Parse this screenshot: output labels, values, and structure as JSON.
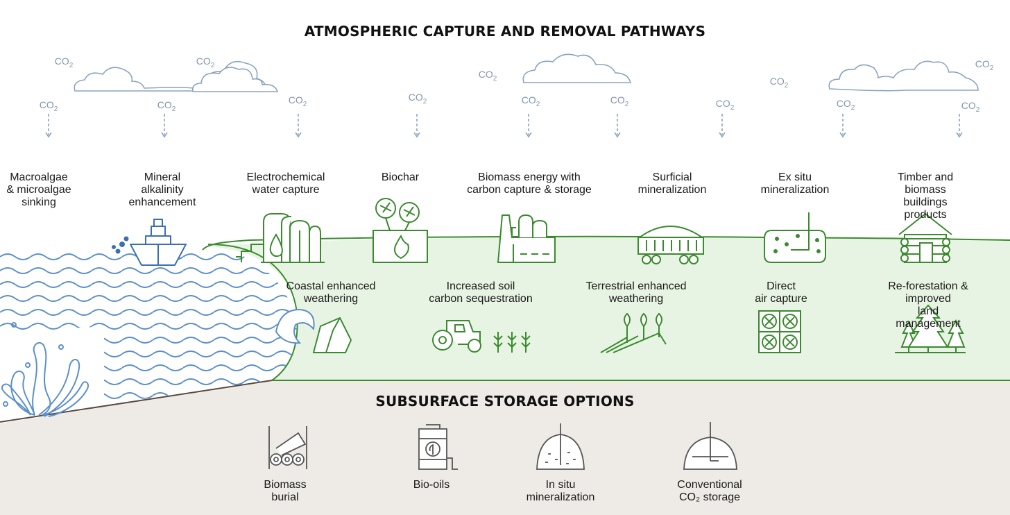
{
  "titles": {
    "atmospheric": "ATMOSPHERIC CAPTURE AND REMOVAL PATHWAYS",
    "subsurface": "SUBSURFACE STORAGE OPTIONS"
  },
  "co2": {
    "main": "CO",
    "sub": "2"
  },
  "top_pathways": [
    {
      "label": "Macroalgae\n& microalgae\nsinking",
      "icon": "seaweed-icon"
    },
    {
      "label": "Mineral\nalkalinity\nenhancement",
      "icon": "ship-icon"
    },
    {
      "label": "Electrochemical\nwater capture",
      "icon": "electrochemical-plant-icon"
    },
    {
      "label": "Biochar",
      "icon": "biochar-box-icon"
    },
    {
      "label": "Biomass energy with\ncarbon capture & storage",
      "icon": "power-plant-icon"
    },
    {
      "label": "Surficial\nmineralization",
      "icon": "rail-car-icon"
    },
    {
      "label": "Ex situ\nmineralization",
      "icon": "mineralization-tank-icon"
    },
    {
      "label": "Timber and biomass\nbuildings products",
      "icon": "log-cabin-icon"
    }
  ],
  "land_pathways": [
    {
      "label": "Coastal enhanced\nweathering",
      "icon": "wave-rock-icon"
    },
    {
      "label": "Increased soil\ncarbon sequestration",
      "icon": "tractor-icon"
    },
    {
      "label": "Terrestrial enhanced\nweathering",
      "icon": "field-trees-icon"
    },
    {
      "label": "Direct\nair capture",
      "icon": "fan-array-icon"
    },
    {
      "label": "Re-forestation & improved\nland management",
      "icon": "forest-icon"
    }
  ],
  "storage_options": [
    {
      "label": "Biomass\nburial",
      "icon": "log-pile-icon"
    },
    {
      "label": "Bio-oils",
      "icon": "oil-barrel-icon"
    },
    {
      "label": "In situ\nmineralization",
      "icon": "in-situ-dome-icon"
    },
    {
      "label": "Conventional\nCO₂ storage",
      "icon": "storage-dome-icon"
    }
  ],
  "colors": {
    "green": "#3a8a2e",
    "land_fill": "#e8f4e3",
    "subsurface_fill": "#eeebe6",
    "water": "#5b8fc9",
    "cloud": "#8aa4bd",
    "co2_text": "#7f97ae",
    "storage_icon": "#555555"
  }
}
